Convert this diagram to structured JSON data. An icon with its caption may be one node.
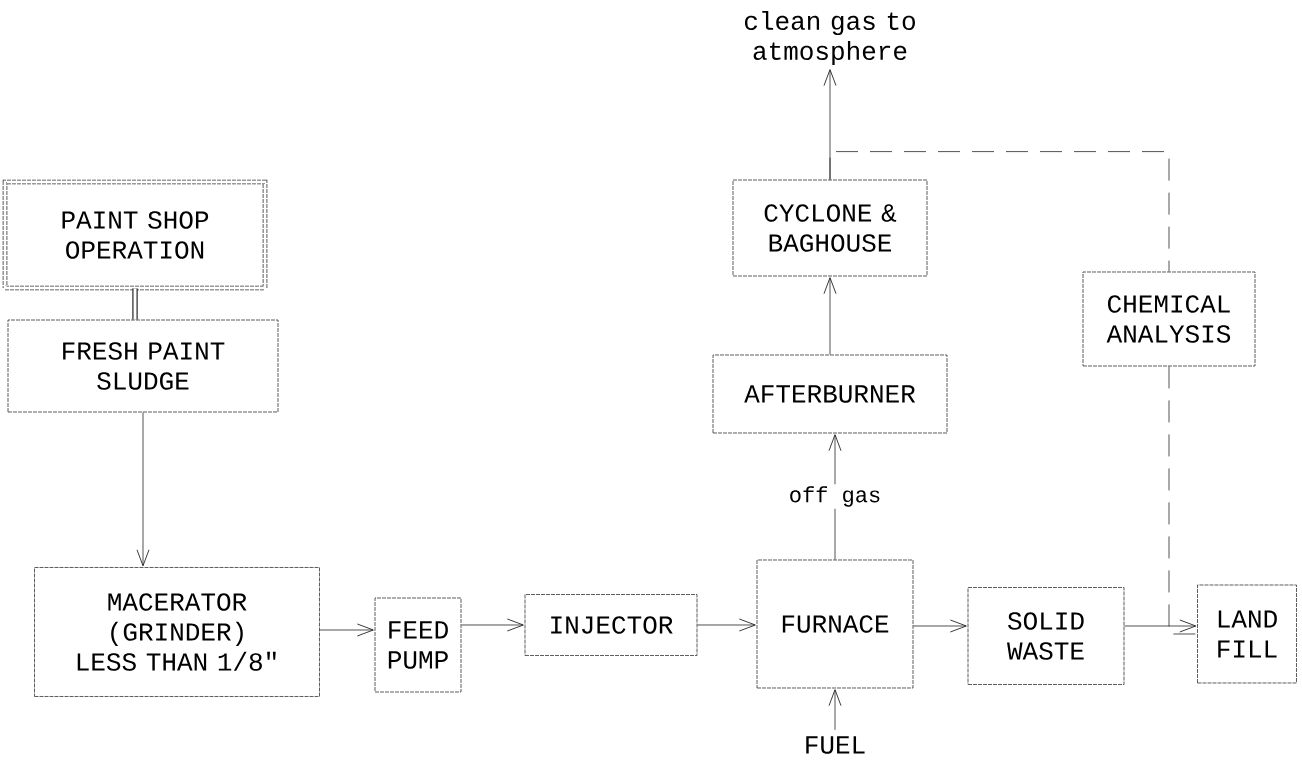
{
  "diagram": {
    "nodes": [
      {
        "text": [
          "PAINT SHOP OPERATION"
        ]
      },
      {
        "text": [
          "FRESH PAINT SLUDGE"
        ]
      },
      {
        "text": [
          "MACERATOR (GRINDER)",
          "LESS THAN 1/8\""
        ]
      },
      {
        "text": [
          "FEED PUMP"
        ]
      },
      {
        "text": [
          "INJECTOR"
        ]
      },
      {
        "text": [
          "FURNACE"
        ]
      },
      {
        "text": [
          "SOLID WASTE"
        ]
      },
      {
        "text": [
          "LAND FILL"
        ]
      },
      {
        "text": [
          "AFTERBURNER"
        ]
      },
      {
        "text": [
          "CYCLONE & BAGHOUSE"
        ]
      },
      {
        "text": [
          "CHEMICAL ANALYSIS"
        ]
      },
      {
        "text": [
          "clean gas to atmosphere"
        ]
      },
      {
        "text": [
          "FUEL"
        ]
      }
    ],
    "edges": [
      {
        "from": 0,
        "to": 1,
        "arrow": "none",
        "style": "thick"
      },
      {
        "from": 1,
        "to": 2,
        "arrow": "to"
      },
      {
        "from": 2,
        "to": 3,
        "arrow": "to"
      },
      {
        "from": 3,
        "to": 4,
        "arrow": "to"
      },
      {
        "from": 4,
        "to": 5,
        "arrow": "to"
      },
      {
        "from": 5,
        "to": 6,
        "arrow": "to"
      },
      {
        "from": 6,
        "to": 7,
        "arrow": "to"
      },
      {
        "from": 12,
        "to": 5,
        "arrow": "to"
      },
      {
        "from": 5,
        "to": 8,
        "arrow": "to",
        "label": "off gas"
      },
      {
        "from": 8,
        "to": 9,
        "arrow": "to"
      },
      {
        "from": 9,
        "to": 11,
        "arrow": "to"
      },
      {
        "from": 9,
        "to": 10,
        "arrow": "none",
        "style": "dashed"
      },
      {
        "from": 10,
        "to": 7,
        "arrow": "none",
        "style": "dashed"
      }
    ]
  }
}
